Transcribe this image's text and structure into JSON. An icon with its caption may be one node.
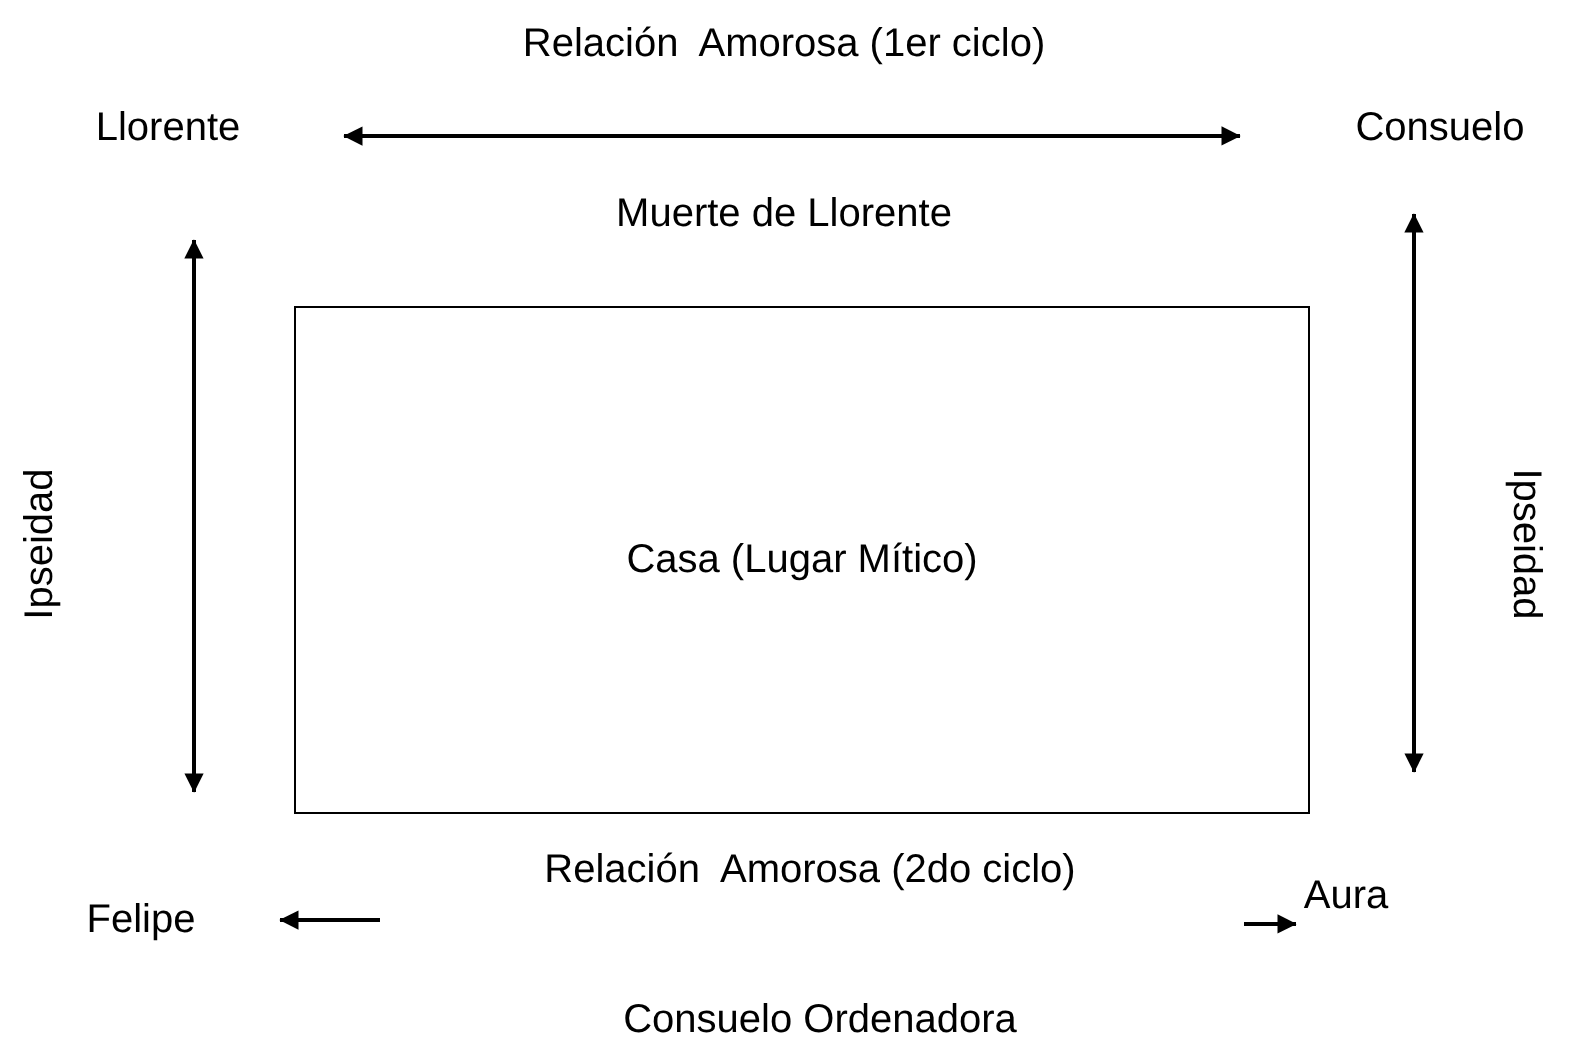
{
  "diagram": {
    "nodes": [
      {
        "text": [
          "Llorente"
        ]
      },
      {
        "text": [
          "Consuelo"
        ]
      },
      {
        "text": [
          "Casa (Lugar Mítico)"
        ]
      },
      {
        "text": [
          "Felipe"
        ]
      },
      {
        "text": [
          "Aura"
        ]
      }
    ],
    "edges": [
      {
        "from": 0,
        "to": 1,
        "arrow": "both",
        "label": "Relación  Amorosa (1er ciclo)"
      },
      {
        "from": 0,
        "to": 3,
        "arrow": "both",
        "label": "Ipseidad"
      },
      {
        "from": 1,
        "to": 4,
        "arrow": "both",
        "label": "Ipseidad"
      },
      {
        "from": null,
        "to": 3,
        "arrow": "to"
      },
      {
        "from": null,
        "to": 4,
        "arrow": "to"
      }
    ],
    "labels": [
      "Muerte de Llorente",
      "Relación  Amorosa (2do ciclo)",
      "Consuelo Ordenadora"
    ]
  }
}
